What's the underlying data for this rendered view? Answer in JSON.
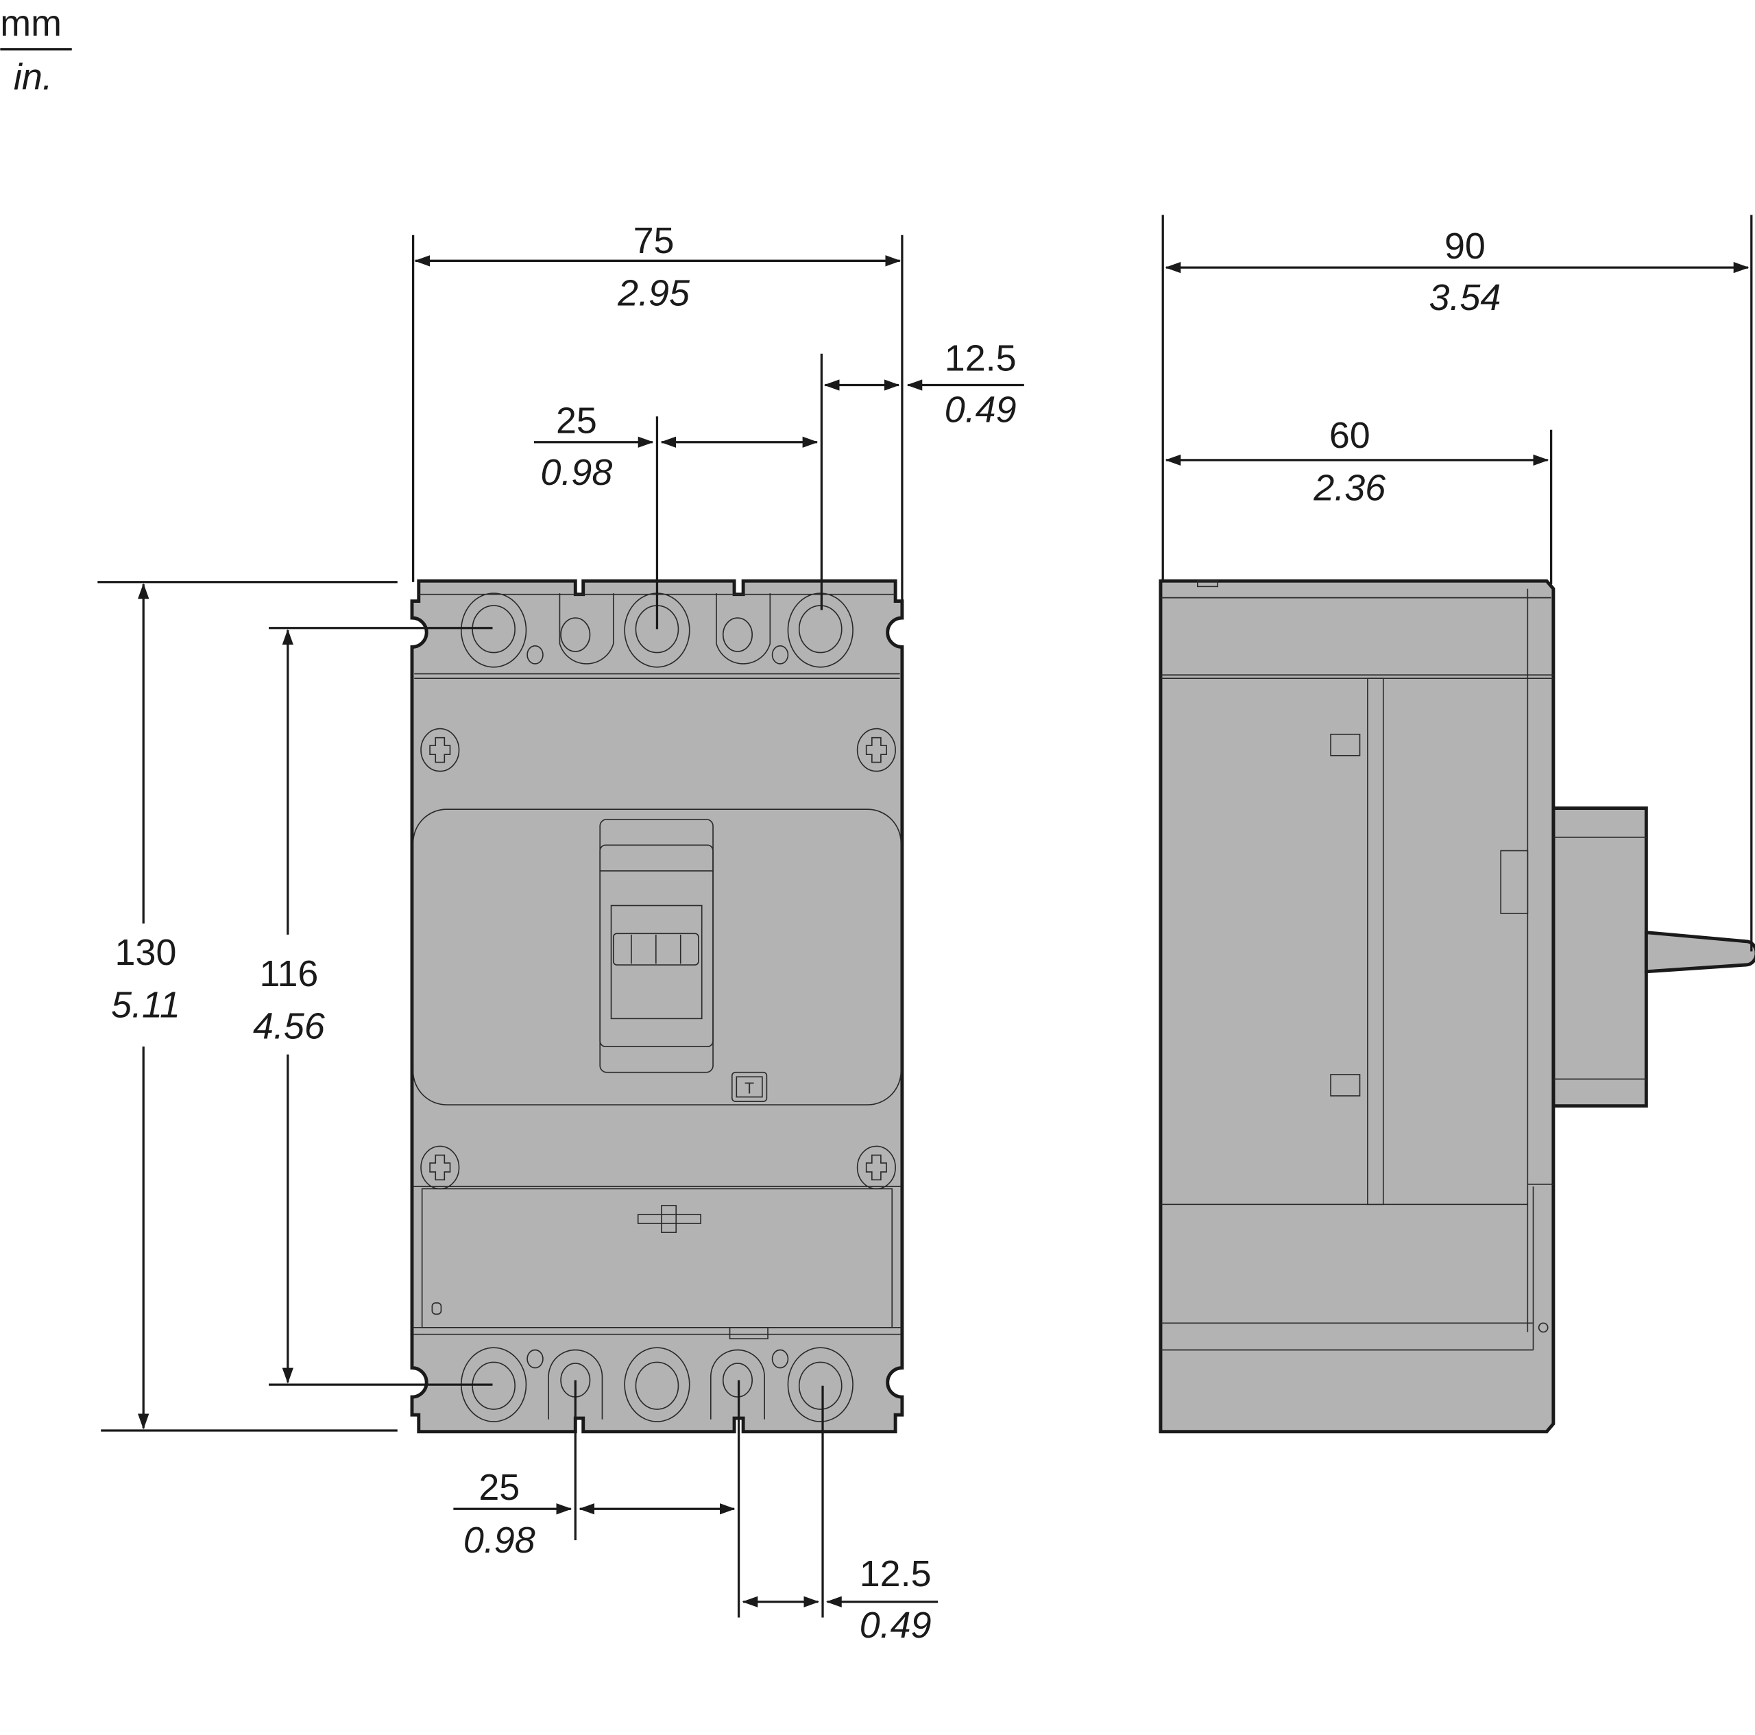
{
  "units": {
    "primary": "mm",
    "secondary": "in."
  },
  "colors": {
    "body": "#b3b3b3",
    "line": "#1a1a1a",
    "background": "#ffffff"
  },
  "front_view": {
    "width": {
      "mm": "75",
      "in": "2.95"
    },
    "edge_to_pole_top": {
      "mm": "12.5",
      "in": "0.49"
    },
    "pole_pitch_top": {
      "mm": "25",
      "in": "0.98"
    },
    "height_overall": {
      "mm": "130",
      "in": "5.11"
    },
    "terminal_centers": {
      "mm": "116",
      "in": "4.56"
    },
    "pole_pitch_bottom": {
      "mm": "25",
      "in": "0.98"
    },
    "edge_to_pole_bottom": {
      "mm": "12.5",
      "in": "0.49"
    },
    "trip_button_label": "T"
  },
  "side_view": {
    "depth_with_handle": {
      "mm": "90",
      "in": "3.54"
    },
    "depth_body": {
      "mm": "60",
      "in": "2.36"
    }
  }
}
